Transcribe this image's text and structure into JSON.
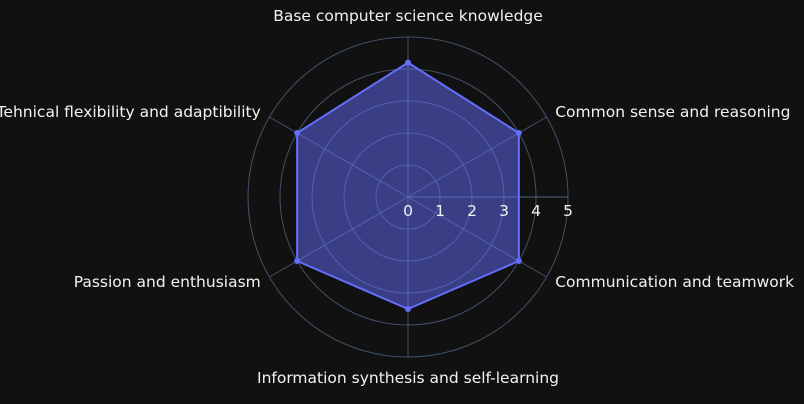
{
  "chart_data": {
    "type": "radar",
    "categories": [
      "Base computer science knowledge",
      "Common sense and reasoning",
      "Communication and teamwork",
      "Information synthesis and self-learning",
      "Passion and enthusiasm",
      "Tehnical flexibility and adaptibility"
    ],
    "series": [
      {
        "values": [
          4.2,
          4.0,
          4.0,
          3.5,
          4.0,
          4.0
        ]
      }
    ],
    "radial_range": [
      0,
      5
    ],
    "radial_ticks": [
      "0",
      "1",
      "2",
      "3",
      "4",
      "5"
    ],
    "grid": true,
    "colors": {
      "background": "#111111",
      "grid": "#506784",
      "series_line": "#636efa",
      "series_fill": "rgba(99,110,250,0.5)",
      "text": "#f2f2f2"
    }
  }
}
